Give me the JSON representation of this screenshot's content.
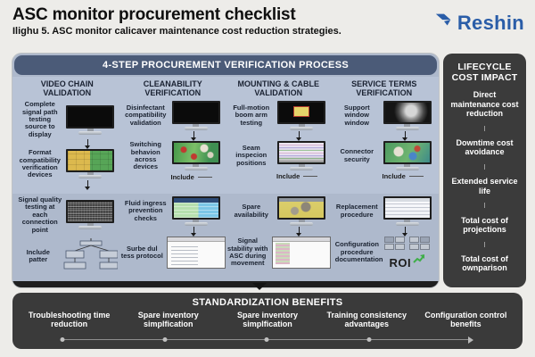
{
  "header": {
    "title": "ASC monitor procurement checklist",
    "subtitle": "Ilighu 5. ASC monitor calicaver maintenance cost reduction strategies.",
    "logo_text": "Reshin"
  },
  "process": {
    "title": "4-STEP PROCUREMENT VERIFICATION PROCESS",
    "include_label": "Include",
    "columns": [
      {
        "title": "VIDEO CHAIN VALIDATION",
        "upper": [
          {
            "label": "Complete signal path testing source to display"
          },
          {
            "label": "Format compatibility verification devices"
          }
        ],
        "lower": [
          {
            "label": "Signal quality testing at each connection point"
          },
          {
            "label": "Include patter"
          }
        ]
      },
      {
        "title": "CLEANABILITY VERIFICATION",
        "upper": [
          {
            "label": "Disinfectant compatibility validation"
          },
          {
            "label": "Switching behavion across devices"
          }
        ],
        "lower": [
          {
            "label": "Fluid ingress prevention checks"
          },
          {
            "label": "Surbe dul tess protocol"
          }
        ]
      },
      {
        "title": "MOUNTING & CABLE VALIDATION",
        "upper": [
          {
            "label": "Full-motion boom arm testing"
          },
          {
            "label": "Seam inspecion positions"
          }
        ],
        "lower": [
          {
            "label": "Spare availability"
          },
          {
            "label": "Signal stability with ASC during movement"
          }
        ]
      },
      {
        "title": "SERVICE TERMS VERIFICATION",
        "upper": [
          {
            "label": "Support window window"
          },
          {
            "label": "Connector security"
          }
        ],
        "lower": [
          {
            "label": "Replacement procedure"
          },
          {
            "label": "Configuration procedure documentation"
          }
        ],
        "roi_label": "ROI"
      }
    ]
  },
  "lifecycle": {
    "title": "LIFECYCLE COST IMPACT",
    "items": [
      "Direct maintenance cost reduction",
      "Downtime cost avoidance",
      "Extended service life",
      "Total cost of projections",
      "Total cost of ownparison"
    ]
  },
  "benefits": {
    "title": "STANDARDIZATION BENEFITS",
    "items": [
      "Troubleshooting time reduction",
      "Spare inventory simplfication",
      "Spare inventory simplfication",
      "Training consistency advantages",
      "Configuration control benefits"
    ]
  },
  "icons": {
    "reshin-logo-icon": "geometric blue R mark",
    "roi-arrow-icon": "green rising arrow",
    "panel-down-arrow-icon": "black down triangle",
    "flow-down-arrow-icon": "black down arrow",
    "timeline-arrow-icon": "gray right arrow"
  },
  "colors": {
    "logo_blue": "#2a5da8",
    "process_header": "#4b5b78",
    "band_upper": "#b8c3d6",
    "band_lower": "#aeb9cc",
    "dark_panel": "#3a3a3a",
    "page_background": "#edece9",
    "roi_green": "#3fae49"
  }
}
